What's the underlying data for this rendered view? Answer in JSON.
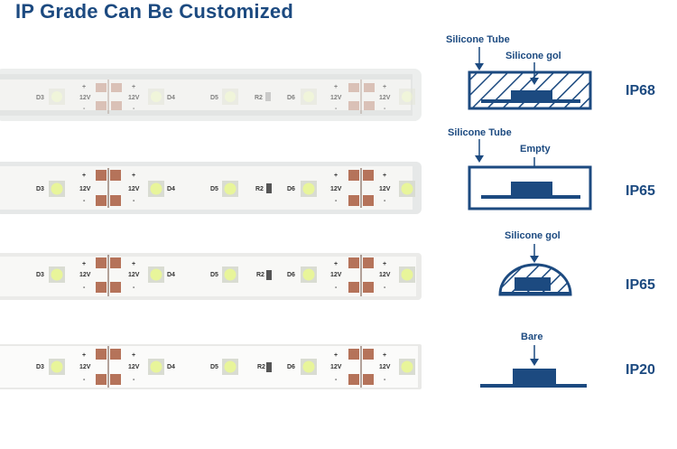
{
  "title": "IP Grade Can Be Customized",
  "strips": [
    {
      "labels": {
        "d3": "D3",
        "d4": "D4",
        "d5": "D5",
        "r2": "R2",
        "d6": "D6",
        "v": "12V",
        "plus": "+",
        "minus": "-"
      }
    },
    {
      "labels": {
        "d3": "D3",
        "d4": "D4",
        "d5": "D5",
        "r2": "R2",
        "d6": "D6",
        "v": "12V",
        "plus": "+",
        "minus": "-"
      }
    },
    {
      "labels": {
        "d3": "D3",
        "d4": "D4",
        "d5": "D5",
        "r2": "R2",
        "d6": "D6",
        "v": "12V",
        "plus": "+",
        "minus": "-"
      }
    },
    {
      "labels": {
        "d3": "D3",
        "d4": "D4",
        "d5": "D5",
        "r2": "R2",
        "d6": "D6",
        "v": "12V",
        "plus": "+",
        "minus": "-"
      }
    }
  ],
  "diagrams": [
    {
      "grade": "IP68",
      "labels": [
        "Silicone Tube",
        "Silicone gol"
      ]
    },
    {
      "grade": "IP65",
      "labels": [
        "Silicone Tube",
        "Empty"
      ]
    },
    {
      "grade": "IP65",
      "labels": [
        "Silicone gol"
      ]
    },
    {
      "grade": "IP20",
      "labels": [
        "Bare"
      ]
    }
  ],
  "colors": {
    "accent": "#1c4a80",
    "title": "#1c4a80",
    "led_glow": "#e8f59a",
    "pad": "#b5735a"
  }
}
